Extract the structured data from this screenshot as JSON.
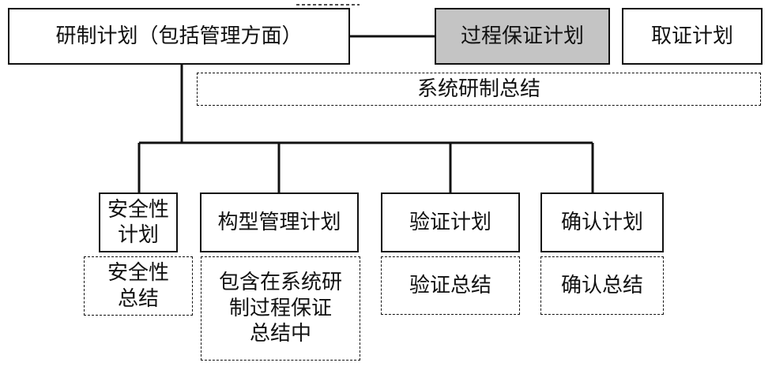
{
  "nodes": {
    "dev_plan": "研制计划（包括管理方面）",
    "process_assurance_plan": "过程保证计划",
    "certification_plan": "取证计划",
    "system_dev_summary": "系统研制总结",
    "safety_plan": "安全性\n计划",
    "config_mgmt_plan": "构型管理计划",
    "verification_plan": "验证计划",
    "validation_plan": "确认计划",
    "safety_summary": "安全性\n总结",
    "config_summary_note": "包含在系统研\n制过程保证\n总结中",
    "verification_summary": "验证总结",
    "validation_summary": "确认总结"
  },
  "colors": {
    "line": "#111111",
    "highlight_fill": "#c4c4c4"
  }
}
